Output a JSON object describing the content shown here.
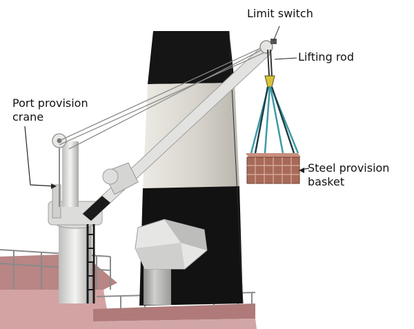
{
  "labels": {
    "limit_switch": "Limit switch",
    "lifting_rod": "Lifting rod",
    "port_crane_line1": "Port provision",
    "port_crane_line2": "crane",
    "steel_basket_line1": "Steel provision",
    "steel_basket_line2": "basket"
  },
  "colors": {
    "funnel_black": "#151515",
    "funnel_band": "#d9d6cf",
    "crane_white": "#e8e8e6",
    "deck_red": "#b07a7a",
    "basket_brown": "#a86a58",
    "sling_teal": "#3e9aa8",
    "hook_yellow": "#d6c23a"
  }
}
